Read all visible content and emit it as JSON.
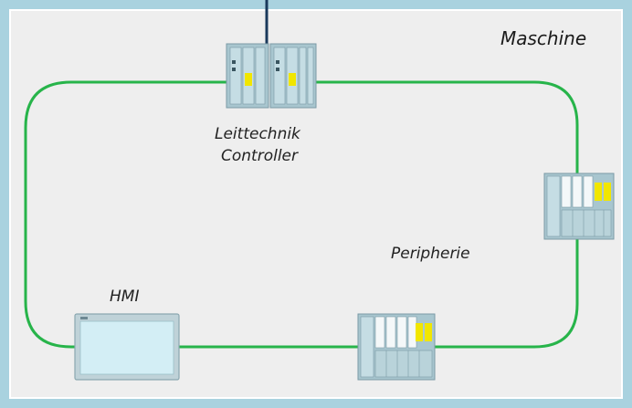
{
  "labels": {
    "machine": "Maschine",
    "controller_line1": "Leittechnik",
    "controller_line2": "Controller",
    "peripherals": "Peripherie",
    "hmi": "HMI"
  },
  "colors": {
    "frame": "#a9d2df",
    "background": "#eeeeee",
    "network": "#27b44a",
    "uplink": "#1a3a5c",
    "device_body": "#a8c6cf",
    "device_accent": "#f1e600"
  },
  "icons": {
    "controller": "plc-controller-icon",
    "peripheral": "io-module-icon",
    "hmi": "hmi-panel-icon"
  }
}
